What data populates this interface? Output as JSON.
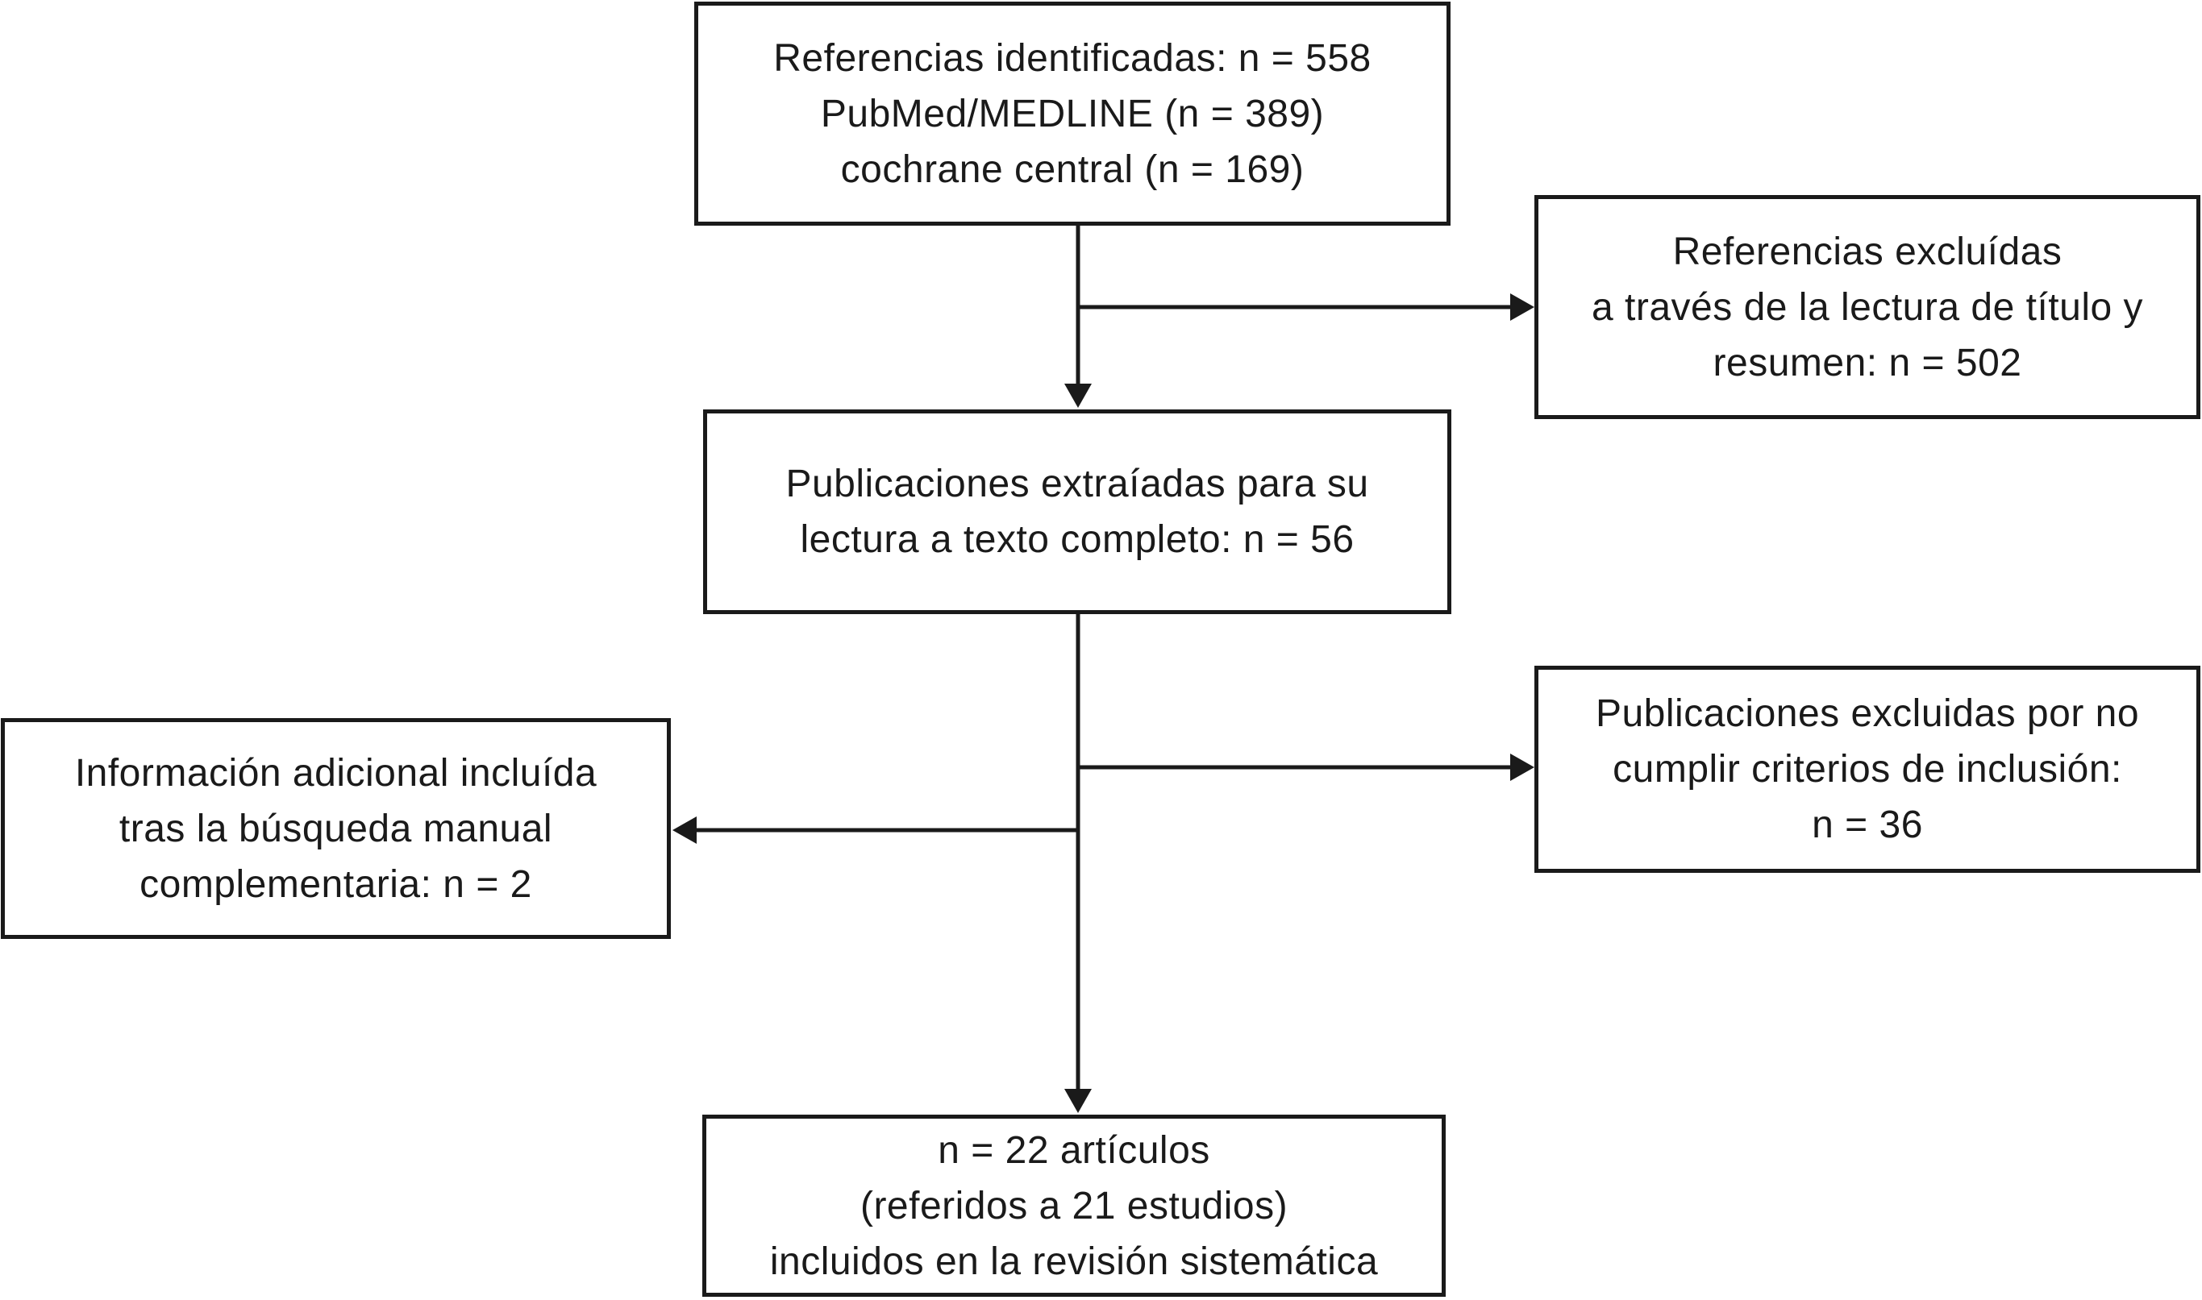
{
  "colors": {
    "ink": "#1a1a1a",
    "background": "#ffffff"
  },
  "boxes": {
    "identified": {
      "lines": [
        "Referencias identificadas: n = 558",
        "PubMed/MEDLINE (n = 389)",
        "cochrane central (n = 169)"
      ]
    },
    "excluded_screening": {
      "lines": [
        "Referencias excluídas",
        "a través de la lectura de título y",
        "resumen: n = 502"
      ]
    },
    "fulltext": {
      "lines": [
        "Publicaciones extraíadas para su",
        "lectura a texto completo: n = 56"
      ]
    },
    "additional": {
      "lines": [
        "Información adicional incluída",
        "tras la búsqueda manual",
        "complementaria: n = 2"
      ]
    },
    "excluded_criteria": {
      "lines": [
        "Publicaciones excluidas por no",
        "cumplir criterios de inclusión:",
        "n = 36"
      ]
    },
    "included": {
      "lines": [
        "n = 22 artículos",
        "(referidos a 21 estudios)",
        "incluidos en la revisión sistemática"
      ]
    }
  }
}
